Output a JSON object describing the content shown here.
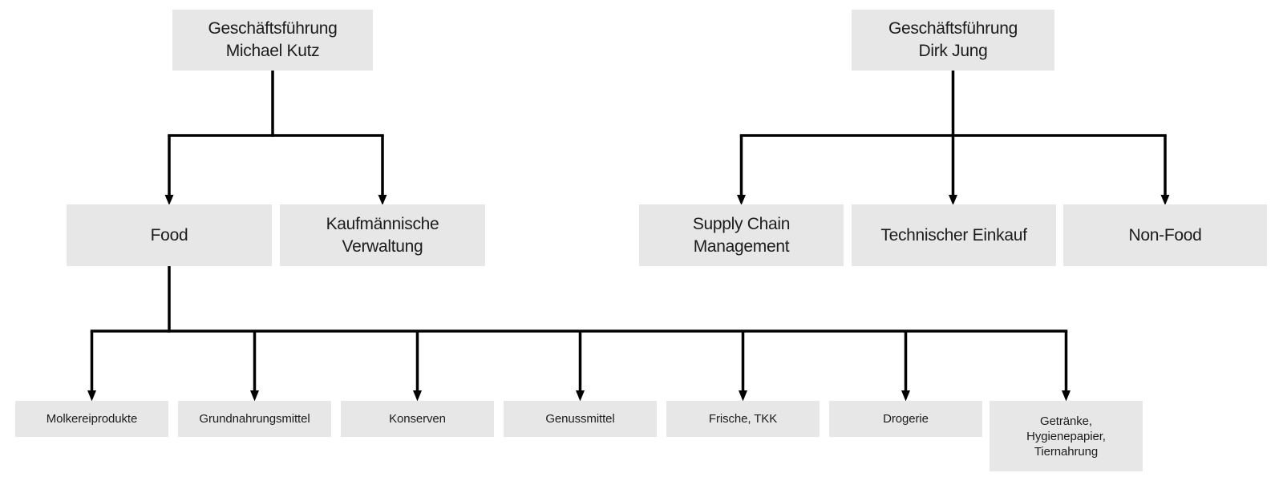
{
  "org_chart": {
    "background_color": "#ffffff",
    "box_color": "#e7e7e7",
    "line_color": "#000000",
    "text_color": "#1c1c1c",
    "left_tree": {
      "root": "Geschäftsführung\nMichael Kutz",
      "children": [
        {
          "label": "Food"
        },
        {
          "label": "Kaufmännische\nVerwaltung"
        }
      ],
      "food_children": [
        {
          "label": "Molkereiprodukte"
        },
        {
          "label": "Grundnahrungsmittel"
        },
        {
          "label": "Konserven"
        },
        {
          "label": "Genussmittel"
        },
        {
          "label": "Frische, TKK"
        },
        {
          "label": "Drogerie"
        },
        {
          "label": "Getränke,\nHygienepapier,\nTiernahrung"
        }
      ]
    },
    "right_tree": {
      "root": "Geschäftsführung\nDirk Jung",
      "children": [
        {
          "label": "Supply Chain\nManagement"
        },
        {
          "label": "Technischer Einkauf"
        },
        {
          "label": "Non-Food"
        }
      ]
    }
  }
}
